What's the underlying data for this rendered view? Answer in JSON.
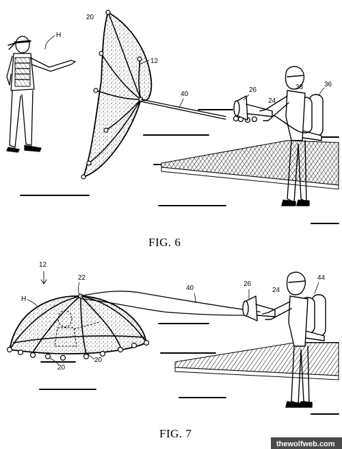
{
  "figures": [
    {
      "caption": "FIG. 6",
      "labels": [
        "H",
        "20",
        "12",
        "40",
        "26",
        "24",
        "38",
        "36"
      ]
    },
    {
      "caption": "FIG. 7",
      "labels": [
        "12",
        "22",
        "H",
        "20",
        "20",
        "40",
        "26",
        "24",
        "44"
      ]
    }
  ],
  "watermark": "thewolfweb.com"
}
